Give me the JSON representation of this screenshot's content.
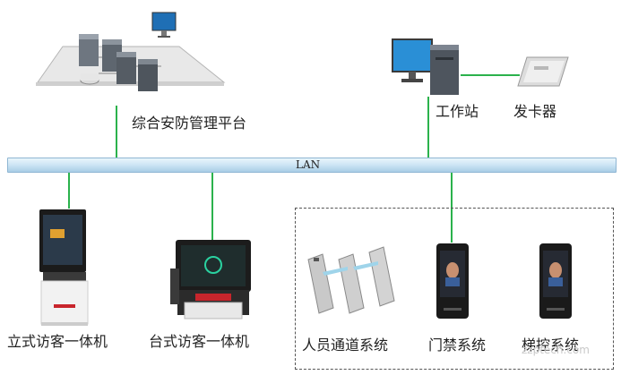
{
  "network": {
    "lan_label": "LAN"
  },
  "platform": {
    "label": "综合安防管理平台"
  },
  "workstation": {
    "label": "工作站"
  },
  "card_issuer": {
    "label": "发卡器"
  },
  "devices": {
    "standing_visitor_kiosk": "立式访客一体机",
    "desktop_visitor_kiosk": "台式访客一体机",
    "personnel_channel": "人员通道系统",
    "access_control": "门禁系统",
    "elevator_control": "梯控系统"
  },
  "watermark": "zzptech.com",
  "colors": {
    "link_line": "#2bb24c",
    "lan_bar": "#cfe6f5",
    "screen_blue": "#2a8fd6"
  }
}
